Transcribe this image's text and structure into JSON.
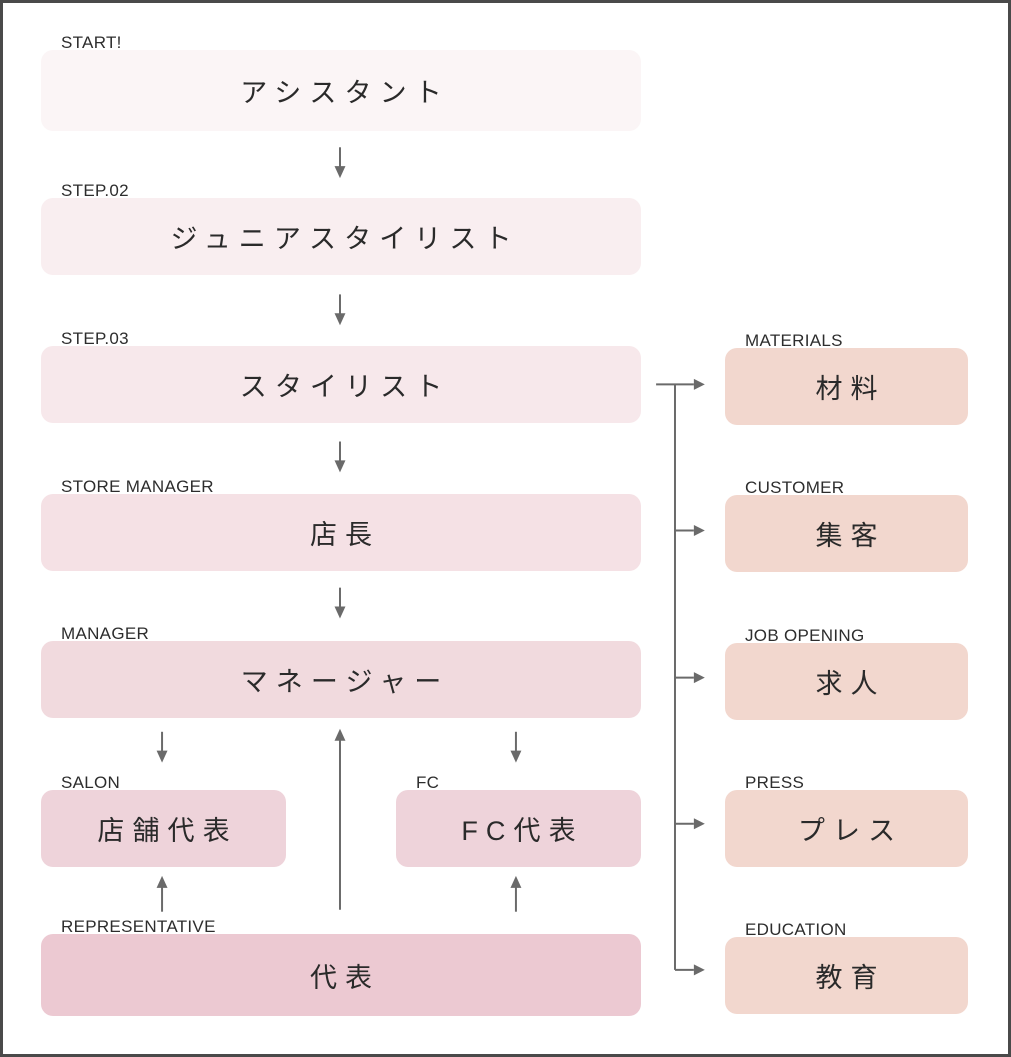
{
  "palette": {
    "background": "#ffffff",
    "frame_border": "#4a4a4a",
    "connector": "#6a6a6a",
    "tag_text": "#2d2d2d",
    "box_text": "#2a2a2a",
    "department_bg": "#f2d7ce"
  },
  "career_ladder": {
    "steps": [
      {
        "tag": "START!",
        "title": "アシスタント",
        "bg": "#fbf5f6"
      },
      {
        "tag": "STEP.02",
        "title": "ジュニアスタイリスト",
        "bg": "#f9eef0"
      },
      {
        "tag": "STEP.03",
        "title": "スタイリスト",
        "bg": "#f7e8eb"
      },
      {
        "tag": "STORE MANAGER",
        "title": "店長",
        "bg": "#f5e1e5"
      },
      {
        "tag": "MANAGER",
        "title": "マネージャー",
        "bg": "#f1dade"
      }
    ],
    "branches": [
      {
        "tag": "SALON",
        "title": "店舗代表",
        "bg": "#eed3da"
      },
      {
        "tag": "FC",
        "title": "FC代表",
        "bg": "#eed3da"
      }
    ],
    "root": {
      "tag": "REPRESENTATIVE",
      "title": "代表",
      "bg": "#ecc9d2"
    }
  },
  "departments": {
    "items": [
      {
        "tag": "MATERIALS",
        "title": "材料",
        "bg": "#f2d7ce"
      },
      {
        "tag": "CUSTOMER",
        "title": "集客",
        "bg": "#f2d7ce"
      },
      {
        "tag": "JOB OPENING",
        "title": "求人",
        "bg": "#f2d7ce"
      },
      {
        "tag": "PRESS",
        "title": "プレス",
        "bg": "#f2d7ce"
      },
      {
        "tag": "EDUCATION",
        "title": "教育",
        "bg": "#f2d7ce"
      }
    ]
  }
}
